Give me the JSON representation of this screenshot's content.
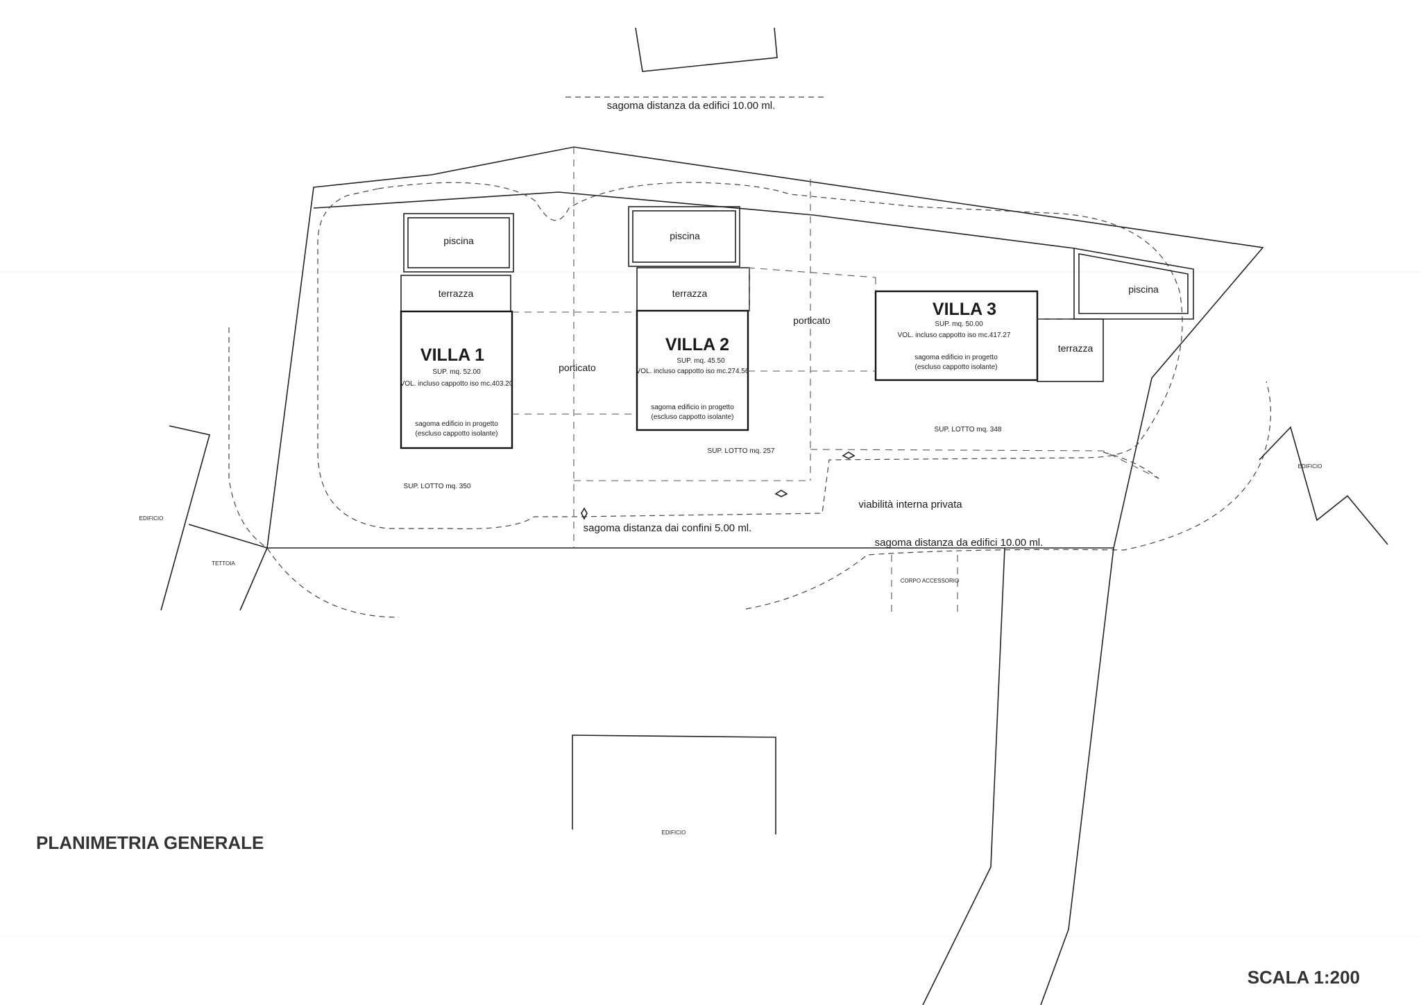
{
  "drawing": {
    "title": "PLANIMETRIA GENERALE",
    "scale": "SCALA 1:200"
  },
  "villas": [
    {
      "name": "VILLA 1",
      "sup": "SUP. mq.  52.00",
      "vol": "VOL. incluso cappotto iso mc.403.20",
      "sagoma_line1": "sagoma edificio in progetto",
      "sagoma_line2": "(escluso cappotto isolante)",
      "pool": "piscina",
      "terrace": "terrazza",
      "lot": "SUP. LOTTO  mq.  350"
    },
    {
      "name": "VILLA 2",
      "sup": "SUP. mq.  45.50",
      "vol": "VOL. incluso cappotto iso mc.274.56",
      "sagoma_line1": "sagoma edificio in progetto",
      "sagoma_line2": "(escluso cappotto isolante)",
      "pool": "piscina",
      "terrace": "terrazza",
      "lot": "SUP. LOTTO  mq.  257"
    },
    {
      "name": "VILLA 3",
      "sup": "SUP. mq.  50.00",
      "vol": "VOL. incluso cappotto iso mc.417.27",
      "sagoma_line1": "sagoma edificio in progetto",
      "sagoma_line2": "(escluso cappotto isolante)",
      "pool": "piscina",
      "terrace": "terrazza",
      "lot": "SUP. LOTTO  mq.  348"
    }
  ],
  "labels": {
    "porticato_1": "porticato",
    "porticato_2": "porticato",
    "viabilita": "viabilità interna privata",
    "sagoma_edifici_top": "sagoma distanza da edifici 10.00 ml.",
    "sagoma_confini": "sagoma distanza dai confini 5.00 ml.",
    "sagoma_edifici_bottom": "sagoma distanza da edifici 10.00 ml.",
    "edificio_left": "EDIFICIO",
    "tettoia": "TETTOIA",
    "edificio_right": "EDIFICIO",
    "corpo_accessorio": "CORPO ACCESSORIO",
    "edificio_bottom": "EDIFICIO"
  }
}
